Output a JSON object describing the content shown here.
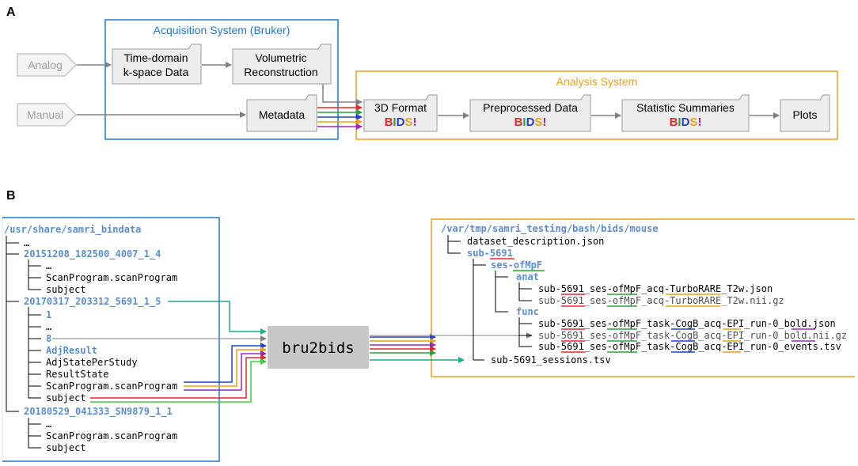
{
  "panel_a": {
    "label": "A",
    "acquisition_title": "Acquisition System (Bruker)",
    "analysis_title": "Analysis System",
    "input_analog": "Analog",
    "input_manual": "Manual",
    "node_kspace_line1": "Time-domain",
    "node_kspace_line2": "k-space Data",
    "node_volumetric_line1": "Volumetric",
    "node_volumetric_line2": "Reconstruction",
    "node_metadata": "Metadata",
    "node_3d_format": "3D Format",
    "node_preprocessed": "Preprocessed Data",
    "node_statistic": "Statistic Summaries",
    "node_plots": "Plots",
    "bids_letters": [
      "B",
      "I",
      "D",
      "S",
      "!"
    ],
    "colors": {
      "acquisition": "#1f78d1",
      "analysis": "#e8a317",
      "bids": [
        "#e8262f",
        "#2aa33b",
        "#1f3fd6",
        "#e8a317",
        "#9b29b6"
      ]
    }
  },
  "panel_b": {
    "label": "B",
    "converter": "bru2bids",
    "source_root": "/usr/share/samri_bindata",
    "source_items": [
      {
        "text": "…",
        "highlight": false
      },
      {
        "text": "20151208_182500_4007_1_4",
        "highlight": true
      },
      {
        "text": "…",
        "highlight": false
      },
      {
        "text": "ScanProgram.scanProgram",
        "highlight": false
      },
      {
        "text": "subject",
        "highlight": false
      },
      {
        "text": "20170317_203312_5691_1_5",
        "highlight": true
      },
      {
        "text": "1",
        "highlight": true
      },
      {
        "text": "…",
        "highlight": false
      },
      {
        "text": "8",
        "highlight": true
      },
      {
        "text": "AdjResult",
        "highlight": true
      },
      {
        "text": "AdjStatePerStudy",
        "highlight": false
      },
      {
        "text": "ResultState",
        "highlight": false
      },
      {
        "text": "ScanProgram.scanProgram",
        "highlight": false
      },
      {
        "text": "subject",
        "highlight": false
      },
      {
        "text": "20180529_041333_SN9879_1_1",
        "highlight": true
      },
      {
        "text": "…",
        "highlight": false
      },
      {
        "text": "ScanProgram.scanProgram",
        "highlight": false
      },
      {
        "text": "subject",
        "highlight": false
      }
    ],
    "target_root": "/var/tmp/samri_testing/bash/bids/mouse",
    "target_items": [
      {
        "text": "dataset_description.json",
        "highlight": false
      },
      {
        "text": "sub-5691",
        "highlight": true
      },
      {
        "text": "ses-ofMpF",
        "highlight": true
      },
      {
        "text": "anat",
        "highlight": true
      },
      {
        "text": "sub-5691_ses-ofMpF_acq-TurboRARE_T2w.json",
        "highlight": false
      },
      {
        "text": "sub-5691_ses-ofMpF_acq-TurboRARE_T2w.nii.gz",
        "highlight": false
      },
      {
        "text": "func",
        "highlight": true
      },
      {
        "text": "sub-5691_ses-ofMpF_task-CogB_acq-EPI_run-0_bold.json",
        "highlight": false
      },
      {
        "text": "sub-5691_ses-ofMpF_task-CogB_acq-EPI_run-0_bold.nii.gz",
        "highlight": false
      },
      {
        "text": "sub-5691_ses-ofMpF_task-CogB_acq-EPI_run-0_events.tsv",
        "highlight": false
      },
      {
        "text": "sub-5691_sessions.tsv",
        "highlight": false
      }
    ]
  }
}
